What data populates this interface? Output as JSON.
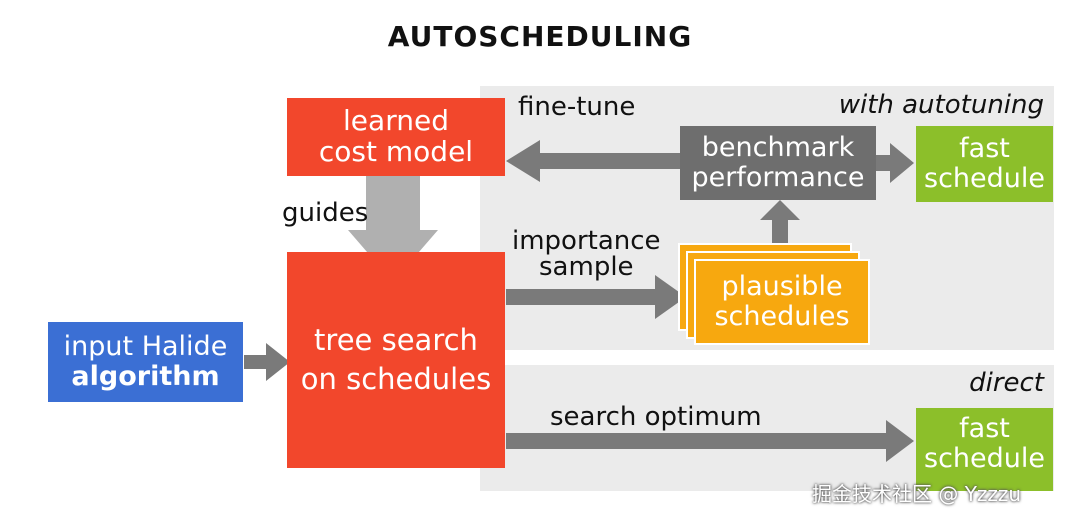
{
  "title": "AUTOSCHEDULING",
  "panels": {
    "autotuning_label": "with autotuning",
    "direct_label": "direct"
  },
  "boxes": {
    "cost_model": [
      "learned",
      "cost model"
    ],
    "tree_search": [
      "tree search",
      "on schedules"
    ],
    "input": [
      "input Halide",
      "algorithm"
    ],
    "benchmark": [
      "benchmark",
      "performance"
    ],
    "plausible": [
      "plausible",
      "schedules"
    ],
    "fast_top": [
      "fast",
      "schedule"
    ],
    "fast_bottom": [
      "fast",
      "schedule"
    ]
  },
  "edge_labels": {
    "fine_tune": "fine-tune",
    "guides": "guides",
    "importance_sample": [
      "importance",
      "sample"
    ],
    "search_optimum": "search optimum"
  },
  "watermark": "掘金技术社区 @ Yzzzu",
  "colors": {
    "red": "#f2472c",
    "blue": "#3b6fd4",
    "dark_gray": "#6e6e6e",
    "green": "#8cbf2a",
    "orange": "#f7a80f",
    "panel": "#ebebeb",
    "arrow": "#7a7a7a",
    "arrow_light": "#b0b0b0"
  }
}
